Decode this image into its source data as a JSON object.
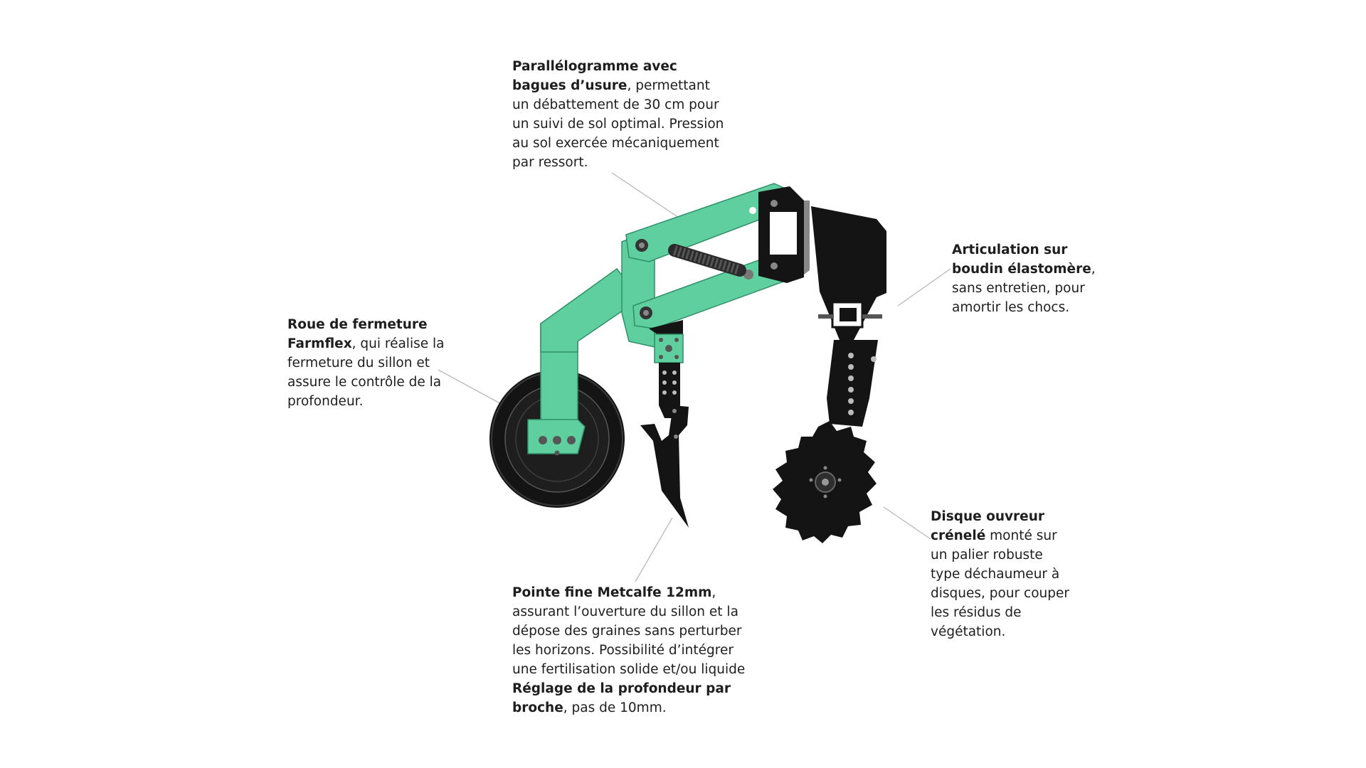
{
  "annotations": {
    "parallelogram": {
      "bold": "Parallélogramme avec bagues d’usure",
      "text": ", permettant un débattement de 30 cm pour un suivi de sol optimal. Pression au sol exercée mécaniquement par ressort."
    },
    "articulation": {
      "bold": "Articulation sur boudin élastomère",
      "text": ", sans entretien, pour amortir les chocs."
    },
    "roue": {
      "bold": "Roue de fermeture Farmflex",
      "text": ", qui réalise la fermeture du sillon et assure le contrôle de la profondeur."
    },
    "disque": {
      "bold": "Disque ouvreur crénelé",
      "text": " monté sur un palier robuste type déchaumeur à disques, pour couper les résidus de végétation."
    },
    "pointe": {
      "bold": "Pointe fine Metcalfe 12mm",
      "text": ", assurant l’ouverture du sillon et la dépose des graines sans perturber les horizons. Possibilité d’intégrer une fertilisation solide et/ou liquide",
      "bold2": "Réglage de la profondeur par broche",
      "text2": ", pas de 10mm."
    }
  },
  "colors": {
    "frame_green": "#5fcf9f",
    "frame_green_dark": "#2f8f67",
    "metal_black": "#141414",
    "leader_grey": "#b9b9b9",
    "text": "#1e1e1e"
  }
}
